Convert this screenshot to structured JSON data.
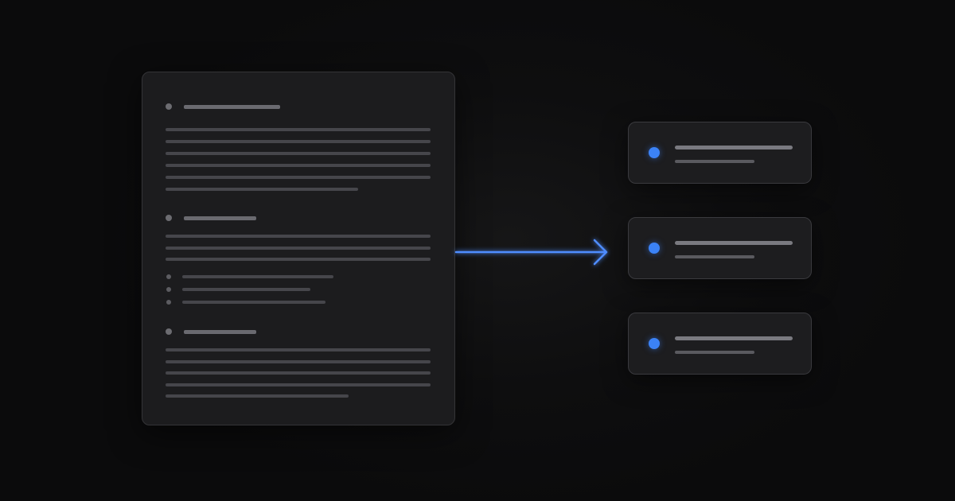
{
  "colors": {
    "background": "#0c0c0d",
    "card_background": "#1c1c1e",
    "accent": "#3b82f6",
    "accent_glow": "#4f8dff",
    "placeholder_line": "#46464b",
    "heading_line": "#6a6a70"
  },
  "document": {
    "sections": [
      {
        "kind": "paragraph-section",
        "lines": 6
      },
      {
        "kind": "paragraph-with-list-section",
        "lines": 3,
        "list_items": 3
      },
      {
        "kind": "paragraph-section",
        "lines": 5
      }
    ]
  },
  "arrow": {
    "icon": "arrow-right-icon"
  },
  "output_cards": [
    {
      "icon": "blue-dot-icon"
    },
    {
      "icon": "blue-dot-icon"
    },
    {
      "icon": "blue-dot-icon"
    }
  ]
}
